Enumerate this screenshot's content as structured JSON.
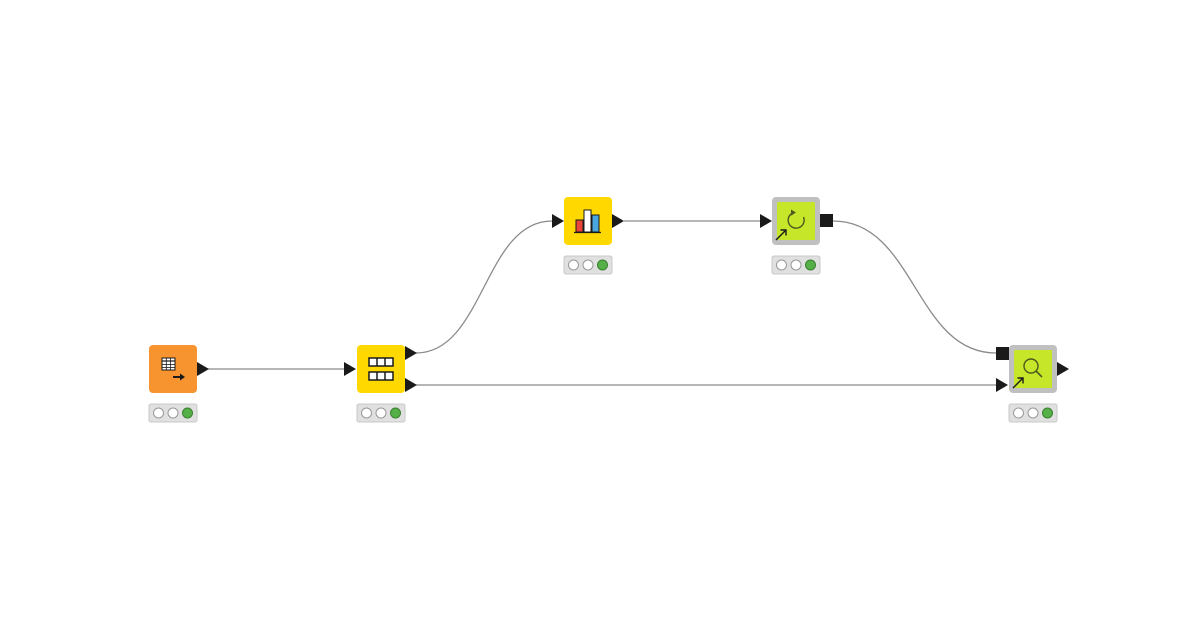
{
  "canvas": {
    "background": "#ffffff"
  },
  "colors": {
    "source": "#F7942F",
    "manipulator": "#FFD800",
    "component_frame": "#C0C0C0",
    "component_fill": "#C6E629",
    "connection": "#8A8A8A",
    "port": "#1A1A1A",
    "status_ok": "#55B047",
    "status_idle": "#FFFFFF",
    "status_tray": "#E0E0E0"
  },
  "nodes": [
    {
      "id": "n1",
      "kind": "source",
      "icon": "table-reader-icon",
      "status": [
        "idle",
        "idle",
        "executed"
      ]
    },
    {
      "id": "n2",
      "kind": "manipulator",
      "icon": "column-filter-icon",
      "status": [
        "idle",
        "idle",
        "executed"
      ]
    },
    {
      "id": "n3",
      "kind": "manipulator",
      "icon": "bar-chart-icon",
      "status": [
        "idle",
        "idle",
        "executed"
      ]
    },
    {
      "id": "n4",
      "kind": "component",
      "icon": "refresh-cycle-icon",
      "status": [
        "idle",
        "idle",
        "executed"
      ]
    },
    {
      "id": "n5",
      "kind": "component",
      "icon": "magnifier-icon",
      "status": [
        "idle",
        "idle",
        "executed"
      ]
    }
  ],
  "connections": [
    {
      "from": "n1",
      "to": "n2",
      "type": "data"
    },
    {
      "from": "n2",
      "to": "n3",
      "type": "data"
    },
    {
      "from": "n3",
      "to": "n4",
      "type": "data"
    },
    {
      "from": "n4",
      "to": "n5",
      "type": "model"
    },
    {
      "from": "n2",
      "to": "n5",
      "type": "data"
    }
  ]
}
